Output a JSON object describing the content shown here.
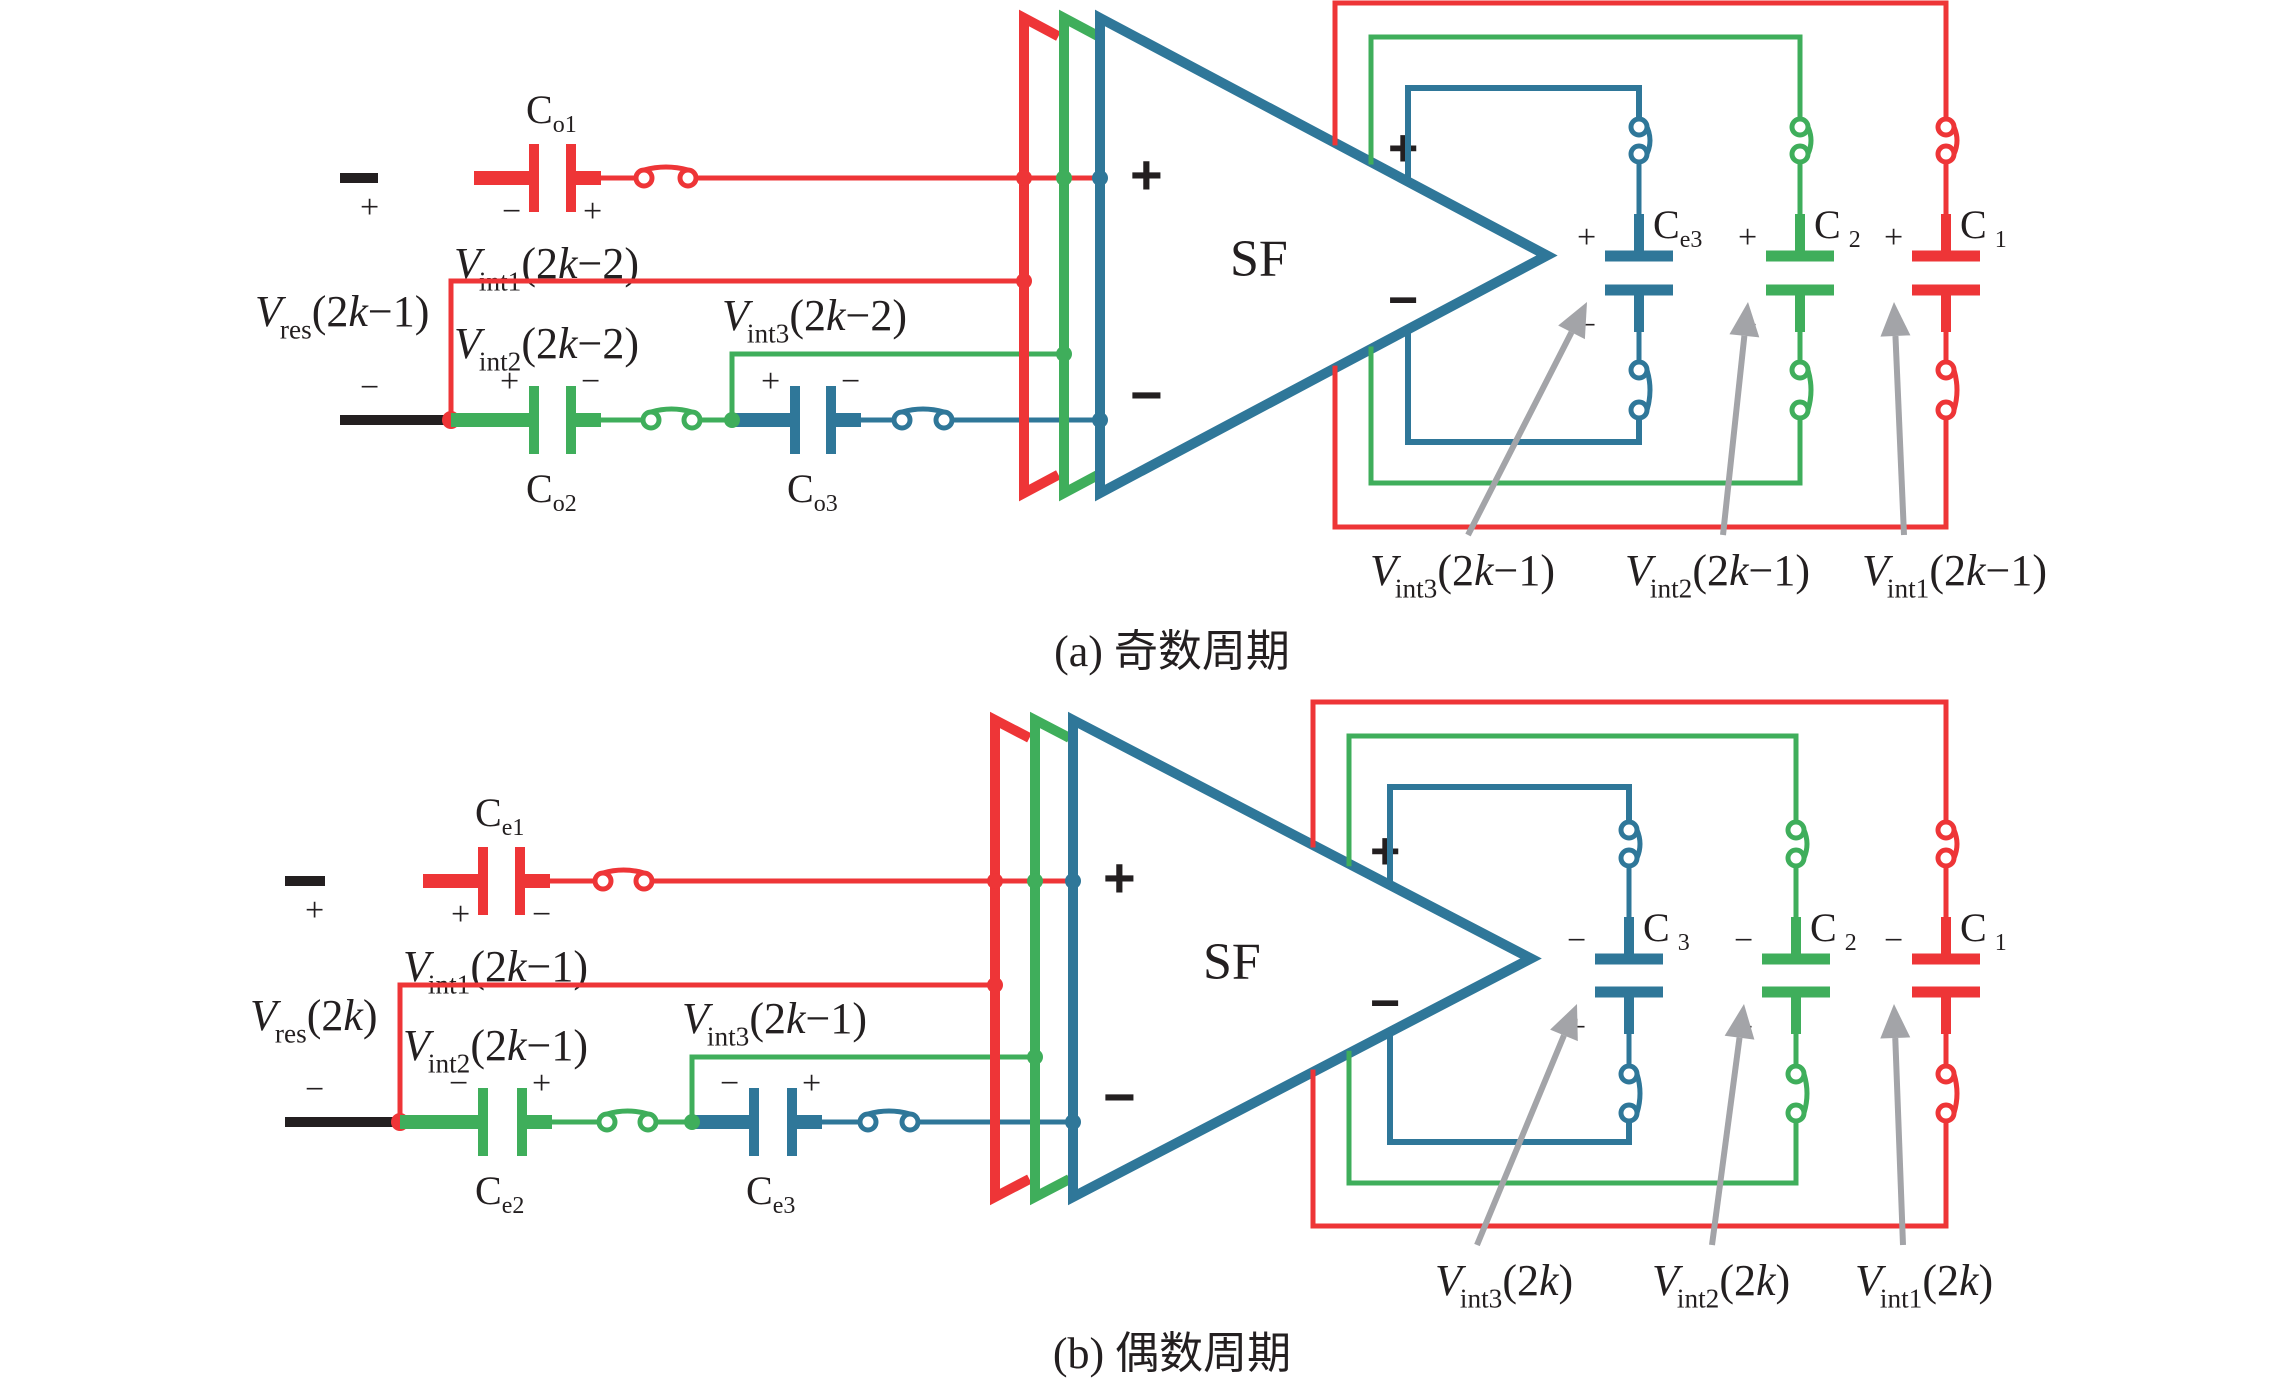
{
  "figure": {
    "colors": {
      "path1": "#ee3537",
      "path2": "#3fae5b",
      "path3": "#2f7799",
      "input": "#231f20",
      "arrow": "#a3a4a8"
    },
    "panels": [
      {
        "id": "a",
        "caption": "(a) 奇数周期",
        "amplifier_label": "SF",
        "amp_input_plus": "+",
        "amp_input_minus": "−",
        "amp_out_plus": "+",
        "amp_out_minus": "−",
        "input_plus": "+",
        "input_minus": "−",
        "residue_label": {
          "main": "V",
          "sub": "res",
          "arg": "(2k−1)"
        },
        "input_caps": [
          {
            "name": "C",
            "sub": "o1",
            "left_sign": "−",
            "right_sign": "+",
            "color": "red",
            "voltage": {
              "main": "V",
              "sub": "int1",
              "arg": "(2k−2)"
            }
          },
          {
            "name": "C",
            "sub": "o2",
            "left_sign": "+",
            "right_sign": "−",
            "color": "green",
            "voltage": {
              "main": "V",
              "sub": "int2",
              "arg": "(2k−2)"
            }
          },
          {
            "name": "C",
            "sub": "o3",
            "left_sign": "+",
            "right_sign": "−",
            "color": "blue",
            "voltage": {
              "main": "V",
              "sub": "int3",
              "arg": "(2k−2)"
            }
          }
        ],
        "feedback_caps": [
          {
            "name": "C",
            "sub": "e3",
            "top_sign": "+",
            "bottom_sign": "−",
            "color": "blue",
            "voltage": {
              "main": "V",
              "sub": "int3",
              "arg": "(2k−1)"
            }
          },
          {
            "name": "C",
            "sub": "2",
            "top_sign": "+",
            "bottom_sign": "−",
            "color": "green",
            "voltage": {
              "main": "V",
              "sub": "int2",
              "arg": "(2k−1)"
            }
          },
          {
            "name": "C",
            "sub": "1",
            "top_sign": "+",
            "bottom_sign": "−",
            "color": "red",
            "voltage": {
              "main": "V",
              "sub": "int1",
              "arg": "(2k−1)"
            }
          }
        ]
      },
      {
        "id": "b",
        "caption": "(b) 偶数周期",
        "amplifier_label": "SF",
        "amp_input_plus": "+",
        "amp_input_minus": "−",
        "amp_out_plus": "+",
        "amp_out_minus": "−",
        "input_plus": "+",
        "input_minus": "−",
        "residue_label": {
          "main": "V",
          "sub": "res",
          "arg": "(2k)"
        },
        "input_caps": [
          {
            "name": "C",
            "sub": "e1",
            "left_sign": "+",
            "right_sign": "−",
            "color": "red",
            "voltage": {
              "main": "V",
              "sub": "int1",
              "arg": "(2k−1)"
            }
          },
          {
            "name": "C",
            "sub": "e2",
            "left_sign": "−",
            "right_sign": "+",
            "color": "green",
            "voltage": {
              "main": "V",
              "sub": "int2",
              "arg": "(2k−1)"
            }
          },
          {
            "name": "C",
            "sub": "e3",
            "left_sign": "−",
            "right_sign": "+",
            "color": "blue",
            "voltage": {
              "main": "V",
              "sub": "int3",
              "arg": "(2k−1)"
            }
          }
        ],
        "feedback_caps": [
          {
            "name": "C",
            "sub": "3",
            "top_sign": "−",
            "bottom_sign": "+",
            "color": "blue",
            "voltage": {
              "main": "V",
              "sub": "int3",
              "arg": "(2k)"
            }
          },
          {
            "name": "C",
            "sub": "2",
            "top_sign": "−",
            "bottom_sign": "+",
            "color": "green",
            "voltage": {
              "main": "V",
              "sub": "int2",
              "arg": "(2k)"
            }
          },
          {
            "name": "C",
            "sub": "1",
            "top_sign": "−",
            "bottom_sign": "+",
            "color": "red",
            "voltage": {
              "main": "V",
              "sub": "int1",
              "arg": "(2k)"
            }
          }
        ]
      }
    ]
  }
}
